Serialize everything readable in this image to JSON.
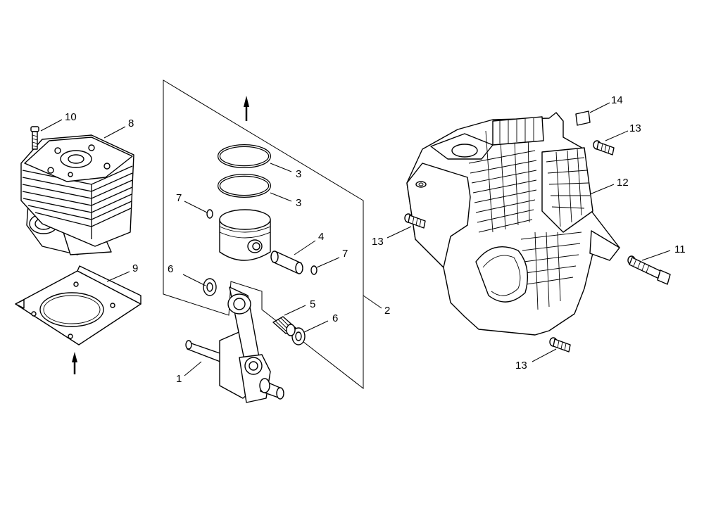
{
  "diagram": {
    "callouts": [
      "1",
      "2",
      "3",
      "3",
      "4",
      "5",
      "6",
      "6",
      "7",
      "7",
      "8",
      "9",
      "10",
      "11",
      "12",
      "13",
      "13",
      "13",
      "14"
    ]
  }
}
